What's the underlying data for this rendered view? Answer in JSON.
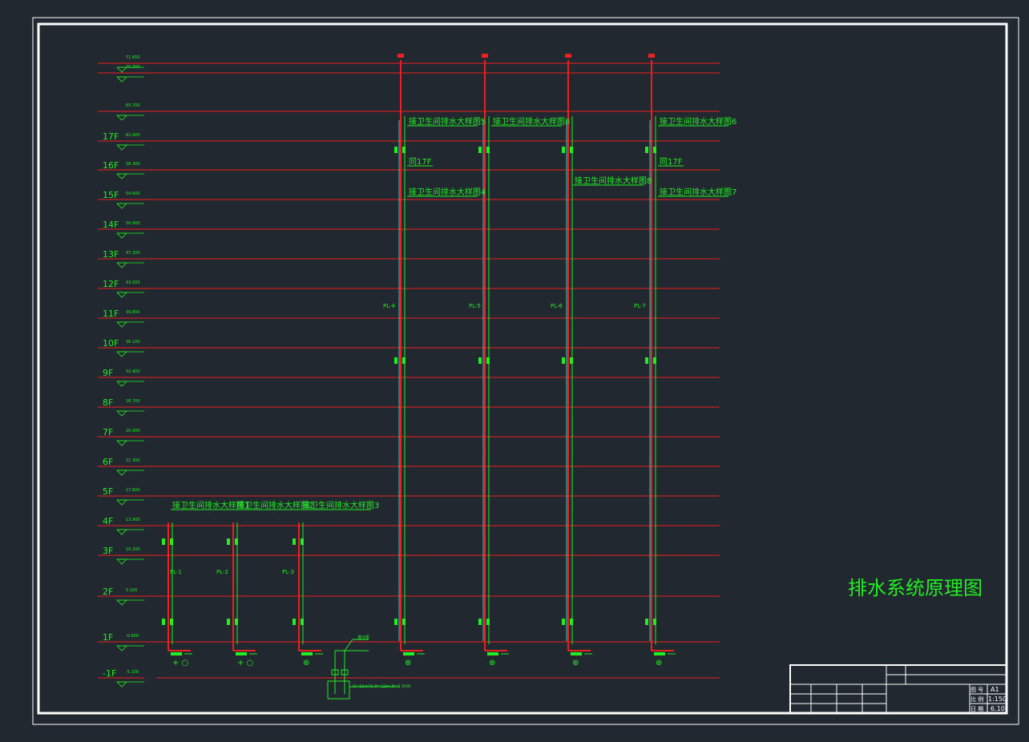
{
  "drawing": {
    "title": "排水系统原理图"
  },
  "levels": [
    {
      "floor": "",
      "elev": "71.650"
    },
    {
      "floor": "",
      "elev": "70.300"
    },
    {
      "floor": "",
      "elev": "65.700"
    },
    {
      "floor": "17F",
      "elev": "62.000"
    },
    {
      "floor": "16F",
      "elev": "58.300"
    },
    {
      "floor": "15F",
      "elev": "54.600"
    },
    {
      "floor": "14F",
      "elev": "50.900"
    },
    {
      "floor": "13F",
      "elev": "47.200"
    },
    {
      "floor": "12F",
      "elev": "43.500"
    },
    {
      "floor": "11F",
      "elev": "39.800"
    },
    {
      "floor": "10F",
      "elev": "36.100"
    },
    {
      "floor": "9F",
      "elev": "32.400"
    },
    {
      "floor": "8F",
      "elev": "28.700"
    },
    {
      "floor": "7F",
      "elev": "25.000"
    },
    {
      "floor": "6F",
      "elev": "21.300"
    },
    {
      "floor": "5F",
      "elev": "17.600"
    },
    {
      "floor": "4F",
      "elev": "13.900"
    },
    {
      "floor": "3F",
      "elev": "10.200"
    },
    {
      "floor": "2F",
      "elev": "5.100"
    },
    {
      "floor": "1F",
      "elev": "-0.600"
    },
    {
      "floor": "-1F",
      "elev": "-5.100"
    }
  ],
  "risers": [
    {
      "tag": "PL-1",
      "labels": [
        "接卫生间排水大样图1"
      ]
    },
    {
      "tag": "PL-2",
      "labels": [
        "接卫生间排水大样图2"
      ]
    },
    {
      "tag": "PL-3",
      "labels": [
        "接卫生间排水大样图3"
      ]
    },
    {
      "tag": "PL-4",
      "labels": [
        "接卫生间排水大样图5",
        "同17F",
        "接卫生间排水大样图4"
      ]
    },
    {
      "tag": "PL-5",
      "labels": [
        "接卫生间排水大样图8"
      ]
    },
    {
      "tag": "PL-6",
      "labels": [
        "接卫生间排水大样图8"
      ]
    },
    {
      "tag": "PL-7",
      "labels": [
        "接卫生间排水大样图6",
        "同17F",
        "接卫生间排水大样图7"
      ]
    }
  ],
  "pit": {
    "note": "Q=15m³/h H=12m N=1.5kW",
    "label": "潜污泵"
  },
  "title_block": {
    "scale_label": "比 例",
    "scale": "1:150",
    "sheet_size_label": "图 号",
    "sheet_size": "A1",
    "date_label": "日 期",
    "date": "6.10"
  }
}
